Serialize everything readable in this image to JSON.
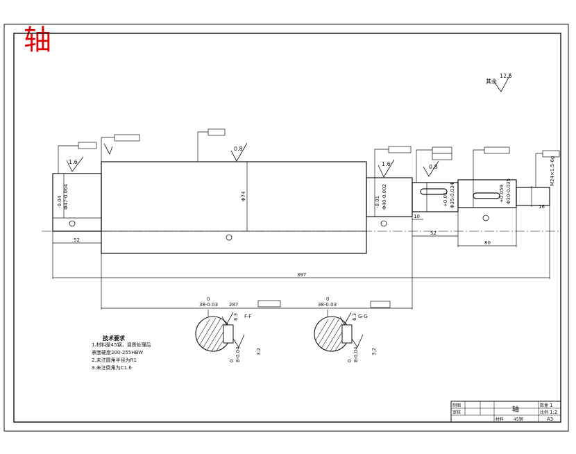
{
  "title_char": "轴",
  "global_roughness": {
    "label": "其余",
    "value": "12.5"
  },
  "roughness_values": [
    "1.6",
    "0.8",
    "1.6",
    "0.8",
    "6.3",
    "3.2",
    "6.3",
    "3.2"
  ],
  "dimensions": {
    "d_left_top": "-0.04",
    "d_left_bottom": "Φ47-0.064",
    "d_main": "Φ74",
    "d_mid_top": "-0.01",
    "d_mid_bottom": "Φ40-0.002",
    "d_r1_top": "+0.01",
    "d_r1_bottom": "Φ35-0.034",
    "d_r2_top": "+0.059",
    "d_r2_bottom": "Φ30-0.035",
    "d_end": "M24×1.5-6g",
    "len_left": "52",
    "len_total": "397",
    "len_r1": "52",
    "len_r2": "80",
    "len_step": "10",
    "len_end": "16",
    "len_mid": "287"
  },
  "sections": {
    "a": {
      "tol_top": "0",
      "tol_value": "38-0.03",
      "depth_top": "0",
      "depth_value": "8-0.04",
      "label": "F-F",
      "rough_a": "6.3",
      "rough_b": "3.2"
    },
    "b": {
      "tol_top": "0",
      "tol_value": "38-0.03",
      "depth_top": "0",
      "depth_value": "8-0.04",
      "label": "G-G",
      "rough_a": "6.3",
      "rough_b": "3.2"
    }
  },
  "tech_req": [
    "技术要求",
    "1.材料是45钢，调质处理后",
    "表面硬度200-255HBW",
    "2.未注圆角半径为R1",
    "3.未注倒角为C1.6"
  ],
  "title_block": {
    "name": "轴",
    "row1": [
      "制图",
      "",
      "",
      ""
    ],
    "row2": [
      "审核",
      "",
      "",
      ""
    ],
    "scale_label": "比例",
    "scale": "1:2",
    "qty_label": "数量",
    "qty": "1",
    "material_label": "材料",
    "material": "45钢",
    "sheet": "A3"
  }
}
